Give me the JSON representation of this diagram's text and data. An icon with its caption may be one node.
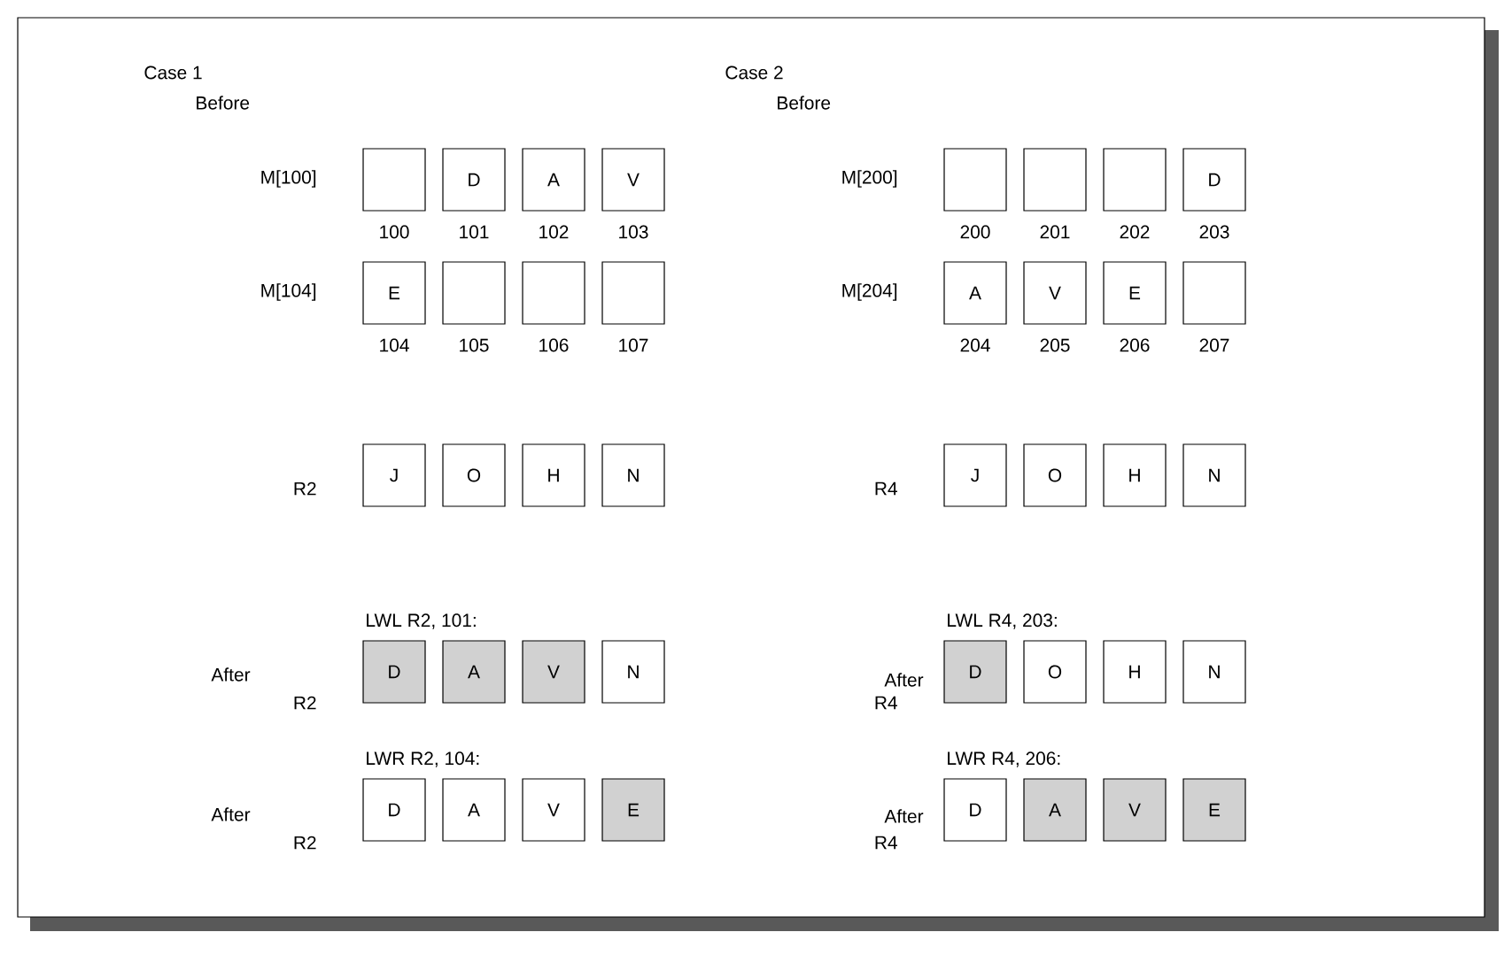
{
  "diagram": {
    "nodes": [
      {
        "text": [],
        "shape": "box",
        "beside": [
          "100"
        ]
      },
      {
        "text": [
          "D"
        ],
        "beside": [
          "101"
        ]
      },
      {
        "text": [
          "A"
        ],
        "beside": [
          "102"
        ]
      },
      {
        "text": [
          "V"
        ],
        "beside": [
          "103"
        ]
      },
      {
        "text": [
          "E"
        ],
        "beside": [
          "104"
        ]
      },
      {
        "text": [],
        "shape": "box",
        "beside": [
          "105"
        ]
      },
      {
        "text": [],
        "shape": "box",
        "beside": [
          "106"
        ]
      },
      {
        "text": [],
        "shape": "box",
        "beside": [
          "107"
        ]
      },
      {
        "text": [
          "J"
        ]
      },
      {
        "text": [
          "O"
        ]
      },
      {
        "text": [
          "H"
        ]
      },
      {
        "text": [
          "N"
        ]
      },
      {
        "text": [
          "D"
        ]
      },
      {
        "text": [
          "A"
        ]
      },
      {
        "text": [
          "V"
        ]
      },
      {
        "text": [
          "N"
        ]
      },
      {
        "text": [
          "D"
        ]
      },
      {
        "text": [
          "A"
        ]
      },
      {
        "text": [
          "V"
        ]
      },
      {
        "text": [
          "E"
        ]
      },
      {
        "text": [],
        "shape": "box",
        "beside": [
          "200"
        ]
      },
      {
        "text": [],
        "shape": "box",
        "beside": [
          "201"
        ]
      },
      {
        "text": [],
        "shape": "box",
        "beside": [
          "202"
        ]
      },
      {
        "text": [
          "D"
        ],
        "beside": [
          "203"
        ]
      },
      {
        "text": [
          "A"
        ],
        "beside": [
          "204"
        ]
      },
      {
        "text": [
          "V"
        ],
        "beside": [
          "205"
        ]
      },
      {
        "text": [
          "E"
        ],
        "beside": [
          "206"
        ]
      },
      {
        "text": [],
        "shape": "box",
        "beside": [
          "207"
        ]
      },
      {
        "text": [
          "J"
        ]
      },
      {
        "text": [
          "O"
        ]
      },
      {
        "text": [
          "H"
        ]
      },
      {
        "text": [
          "N"
        ]
      },
      {
        "text": [
          "D"
        ]
      },
      {
        "text": [
          "O"
        ]
      },
      {
        "text": [
          "H"
        ]
      },
      {
        "text": [
          "N"
        ]
      },
      {
        "text": [
          "D"
        ]
      },
      {
        "text": [
          "A"
        ]
      },
      {
        "text": [
          "V"
        ]
      },
      {
        "text": [
          "E"
        ]
      }
    ],
    "labels": [
      "Case 1",
      "Before",
      "M[100]",
      "M[104]",
      "R2",
      "After",
      "LWL R2, 101:",
      "R2",
      "After",
      "LWR R2, 104:",
      "R2",
      "Case 2",
      "Before",
      "M[200]",
      "M[204]",
      "R4",
      "After",
      "LWL R4,  203:",
      "R4",
      "After",
      "LWR R4,  206:",
      "R4"
    ]
  }
}
